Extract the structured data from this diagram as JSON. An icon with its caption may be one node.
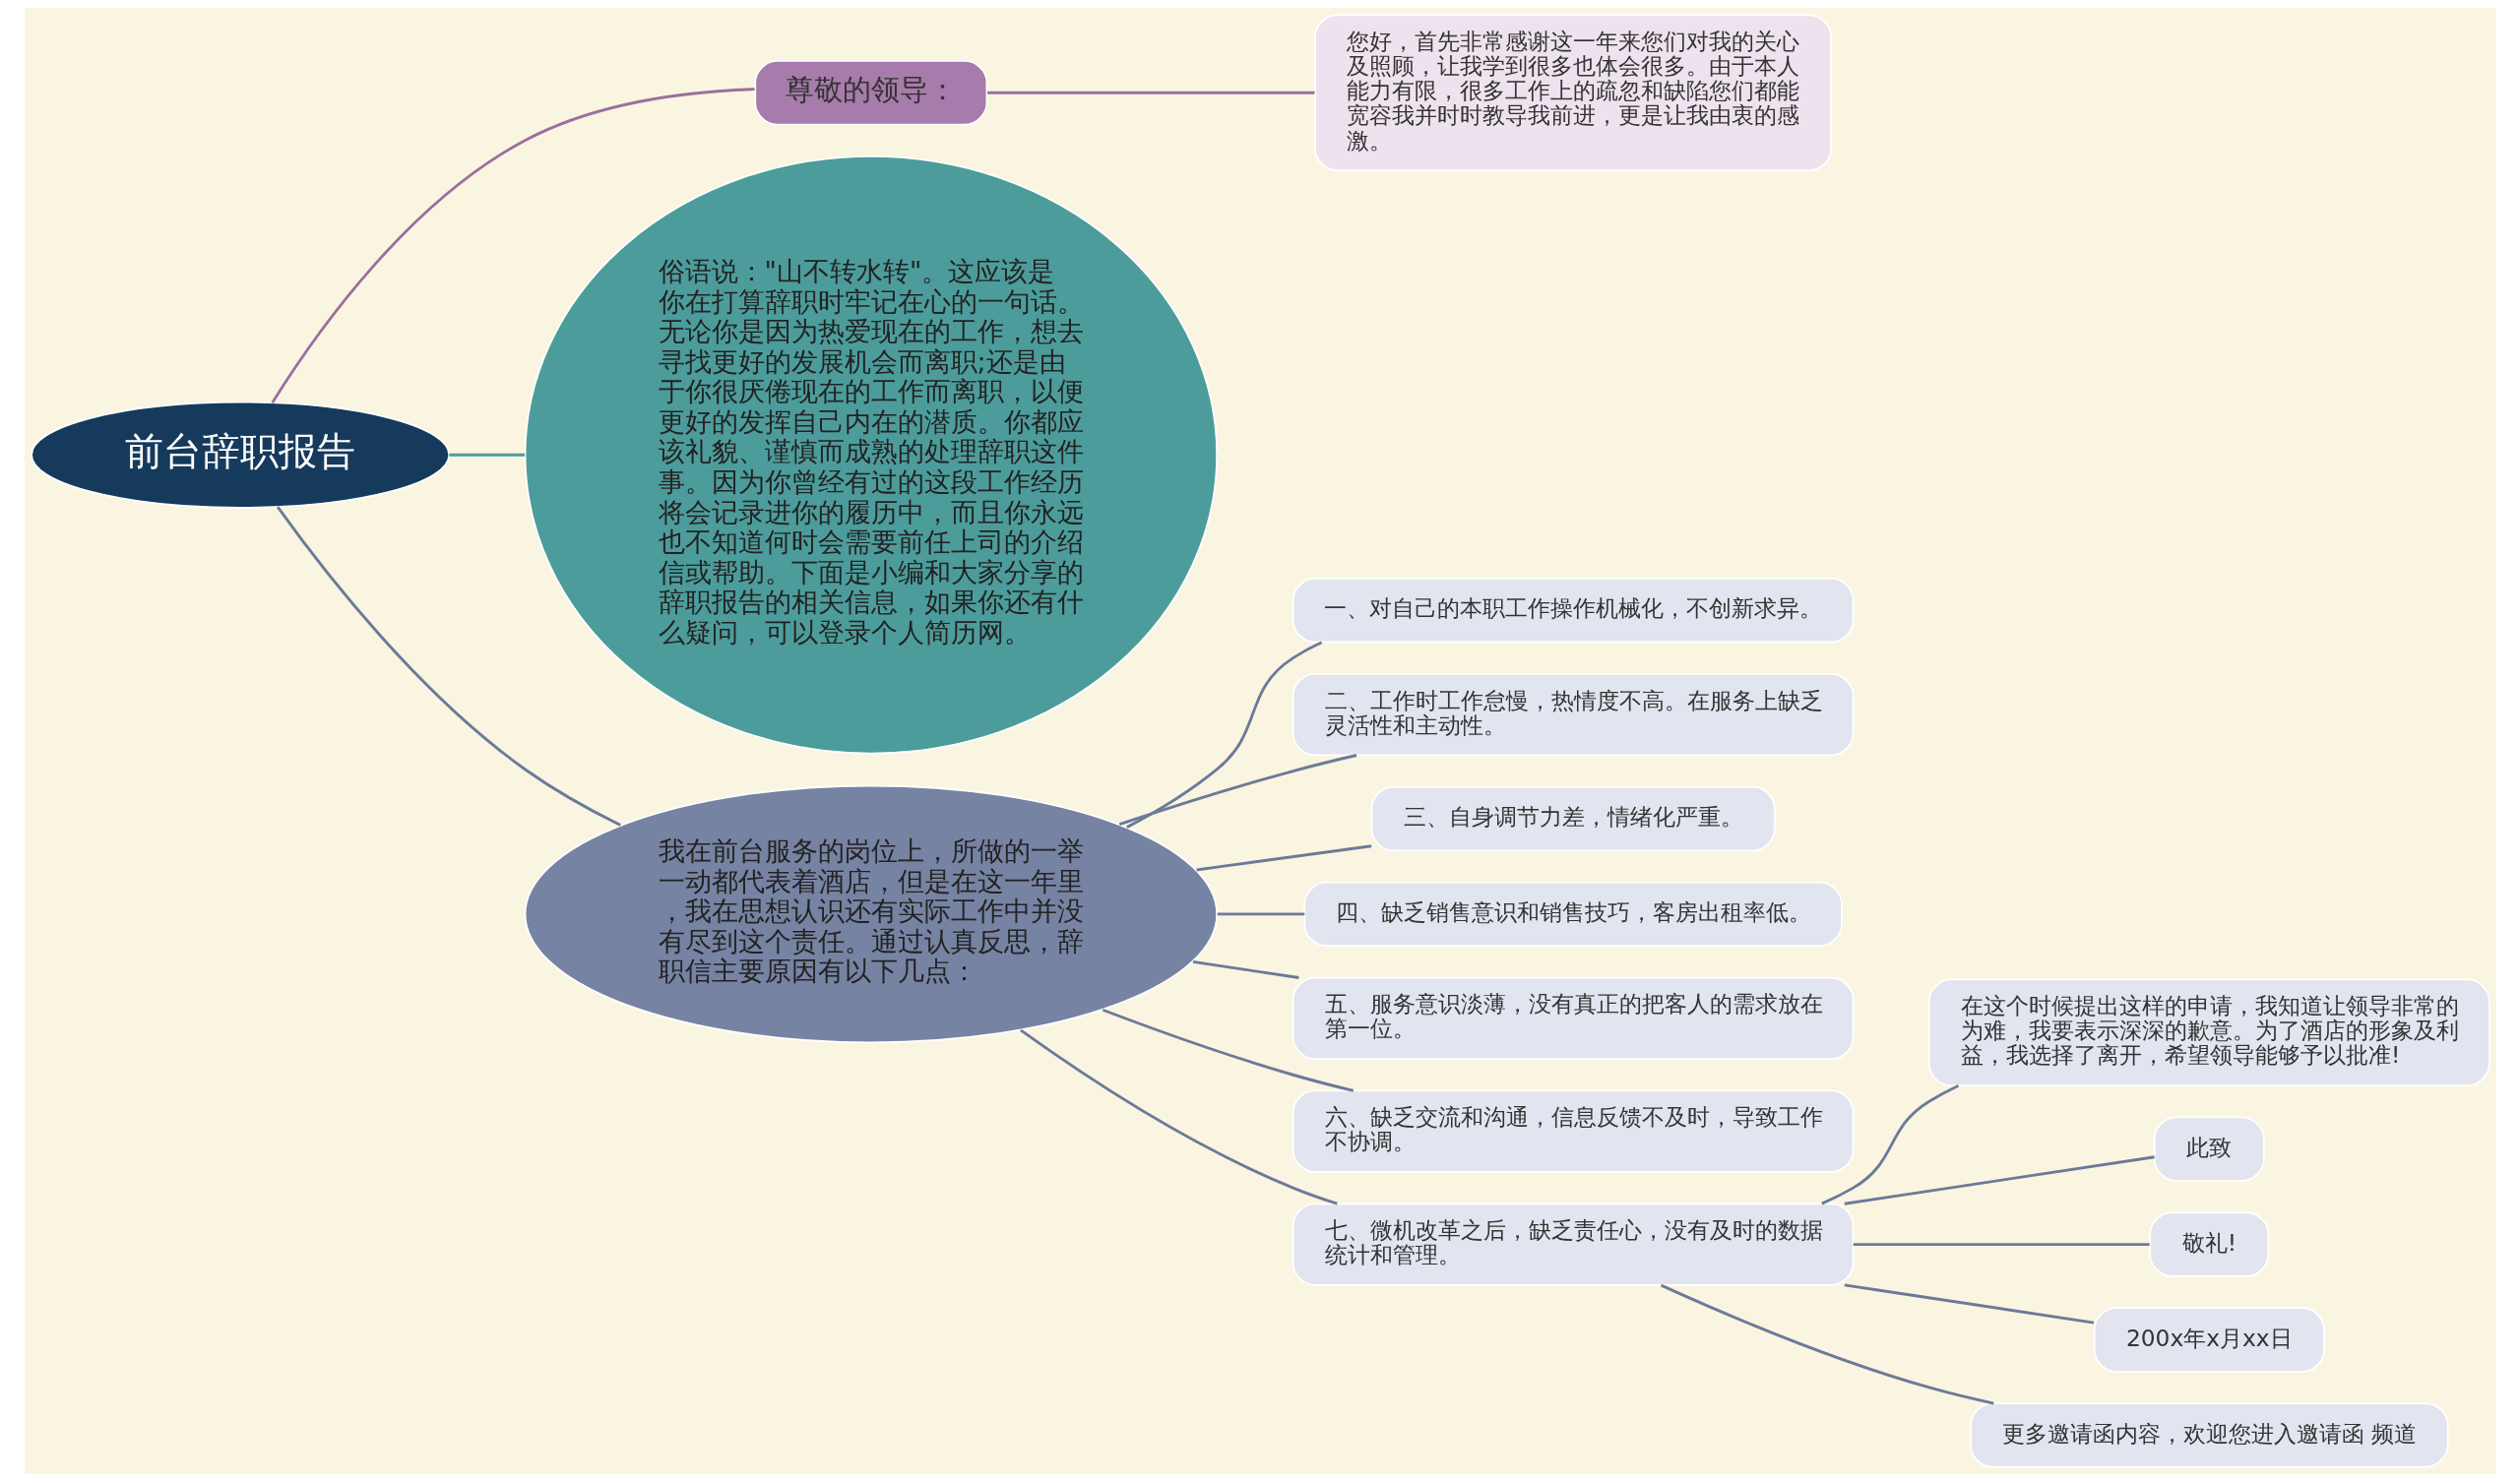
{
  "diagram": {
    "nodes": [
      {
        "text": [
          "前台辞职报告"
        ]
      },
      {
        "text": [
          "尊敬的领导："
        ]
      },
      {
        "text": [
          "您好，首先非常感谢这一年来您们对我的关心及照顾，让我学到很多也体会很多。由于本人能力有限，很多工作上的疏忽和缺陷您们都能宽容我并时时教导我前进，更是让我由衷的感激。"
        ]
      },
      {
        "text": [
          "俗语说：\"山不转水转\"。这应该是你在打算辞职时牢记在心的一句话。无论你是因为热爱现在的工作，想去寻找更好的发展机会而离职;还是由于你很厌倦现在的工作而离职，以便更好的发挥自己内在的潜质。你都应该礼貌、谨慎而成熟的处理辞职这件事。因为你曾经有过的这段工作经历将会记录进你的履历中，而且你永远也不知道何时会需要前任上司的介绍信或帮助。下面是小编和大家分享的辞职报告的相关信息，如果你还有什么疑问，可以登录个人简历网。"
        ]
      },
      {
        "text": [
          "我在前台服务的岗位上，所做的一举一动都代表着酒店，但是在这一年里，我在思想认识还有实际工作中并没有尽到这个责任。通过认真反思，辞职信主要原因有以下几点："
        ]
      },
      {
        "text": [
          "一、对自己的本职工作操作机械化，不创新求异。"
        ]
      },
      {
        "text": [
          "二、工作时工作怠慢，热情度不高。在服务上缺乏灵活性和主动性。"
        ]
      },
      {
        "text": [
          "三、自身调节力差，情绪化严重。"
        ]
      },
      {
        "text": [
          "四、缺乏销售意识和销售技巧，客房出租率低。"
        ]
      },
      {
        "text": [
          "五、服务意识淡薄，没有真正的把客人的需求放在第一位。"
        ]
      },
      {
        "text": [
          "六、缺乏交流和沟通，信息反馈不及时，导致工作不协调。"
        ]
      },
      {
        "text": [
          "七、微机改革之后，缺乏责任心，没有及时的数据统计和管理。"
        ]
      },
      {
        "text": [
          "在这个时候提出这样的申请，我知道让领导非常的为难，我要表示深深的歉意。为了酒店的形象及利益，我选择了离开，希望领导能够予以批准!"
        ]
      },
      {
        "text": [
          "此致"
        ]
      },
      {
        "text": [
          "敬礼!"
        ]
      },
      {
        "text": [
          "200x年x月xx日"
        ]
      },
      {
        "text": [
          "更多邀请函内容，欢迎您进入邀请函 频道"
        ]
      }
    ],
    "edges": [
      {
        "from": 0,
        "to": 1,
        "arrow": "none",
        "color": "#9b6f9f"
      },
      {
        "from": 1,
        "to": 2,
        "arrow": "none",
        "color": "#9b6f9f"
      },
      {
        "from": 0,
        "to": 3,
        "arrow": "none",
        "color": "#4d9c9c"
      },
      {
        "from": 0,
        "to": 4,
        "arrow": "none"
      },
      {
        "from": 4,
        "to": 5,
        "arrow": "none"
      },
      {
        "from": 4,
        "to": 6,
        "arrow": "none"
      },
      {
        "from": 4,
        "to": 7,
        "arrow": "none"
      },
      {
        "from": 4,
        "to": 8,
        "arrow": "none"
      },
      {
        "from": 4,
        "to": 9,
        "arrow": "none"
      },
      {
        "from": 4,
        "to": 10,
        "arrow": "none"
      },
      {
        "from": 4,
        "to": 11,
        "arrow": "none"
      },
      {
        "from": 11,
        "to": 12,
        "arrow": "none"
      },
      {
        "from": 11,
        "to": 13,
        "arrow": "none"
      },
      {
        "from": 11,
        "to": 14,
        "arrow": "none"
      },
      {
        "from": 11,
        "to": 15,
        "arrow": "none"
      },
      {
        "from": 11,
        "to": 16,
        "arrow": "none"
      }
    ]
  }
}
